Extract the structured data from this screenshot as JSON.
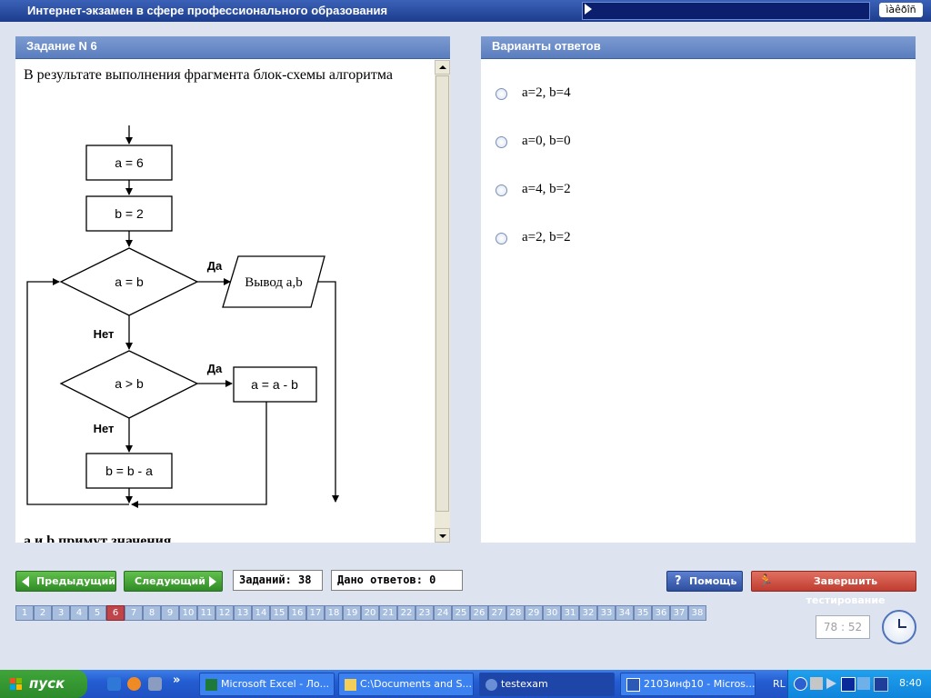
{
  "window": {
    "title": "Интернет-экзамен в сфере профессионального образования",
    "lang_indicator": "ìàêðîñ"
  },
  "task": {
    "header": "Задание N 6",
    "question": "В результате выполнения фрагмента блок-схемы алгоритма",
    "question_tail": "a и b примут значения",
    "flowchart": {
      "box_a": "a = 6",
      "box_b": "b = 2",
      "cond1": "a = b",
      "yes1": "Да",
      "output": "Вывод a,b",
      "no1": "Нет",
      "cond2": "a > b",
      "yes2": "Да",
      "box_sub_a": "a = a - b",
      "no2": "Нет",
      "box_sub_b": "b = b - a"
    }
  },
  "answers": {
    "header": "Варианты ответов",
    "options": [
      "a=2, b=4",
      "a=0, b=0",
      "a=4, b=2",
      "a=2, b=2"
    ]
  },
  "nav": {
    "prev_label": "Предыдущий",
    "next_label": "Следующий",
    "tasks_count": "Заданий: 38",
    "answers_given": "Дано ответов: 0",
    "help_label": "Помощь",
    "finish_label": "Завершить тестирование"
  },
  "pages": {
    "items": [
      "1",
      "2",
      "3",
      "4",
      "5",
      "6",
      "7",
      "8",
      "9",
      "10",
      "11",
      "12",
      "13",
      "14",
      "15",
      "16",
      "17",
      "18",
      "19",
      "20",
      "21",
      "22",
      "23",
      "24",
      "25",
      "26",
      "27",
      "28",
      "29",
      "30",
      "31",
      "32",
      "33",
      "34",
      "35",
      "36",
      "37",
      "38"
    ],
    "active": "6"
  },
  "timer": "78 : 52",
  "taskbar": {
    "start_label": "пуск",
    "quick_launch": [
      "ie-icon",
      "media-player-icon",
      "desktop-icon"
    ],
    "overflow": "»",
    "items": [
      {
        "label": "Microsoft Excel - Ло...",
        "icon": "excel-icon"
      },
      {
        "label": "C:\\Documents and S...",
        "icon": "folder-icon"
      },
      {
        "label": "testexam",
        "icon": "testexam-icon",
        "active": true
      },
      {
        "label": "2103инф10 - Micros...",
        "icon": "word-icon"
      }
    ],
    "lang": "RL",
    "time": "8:40"
  }
}
